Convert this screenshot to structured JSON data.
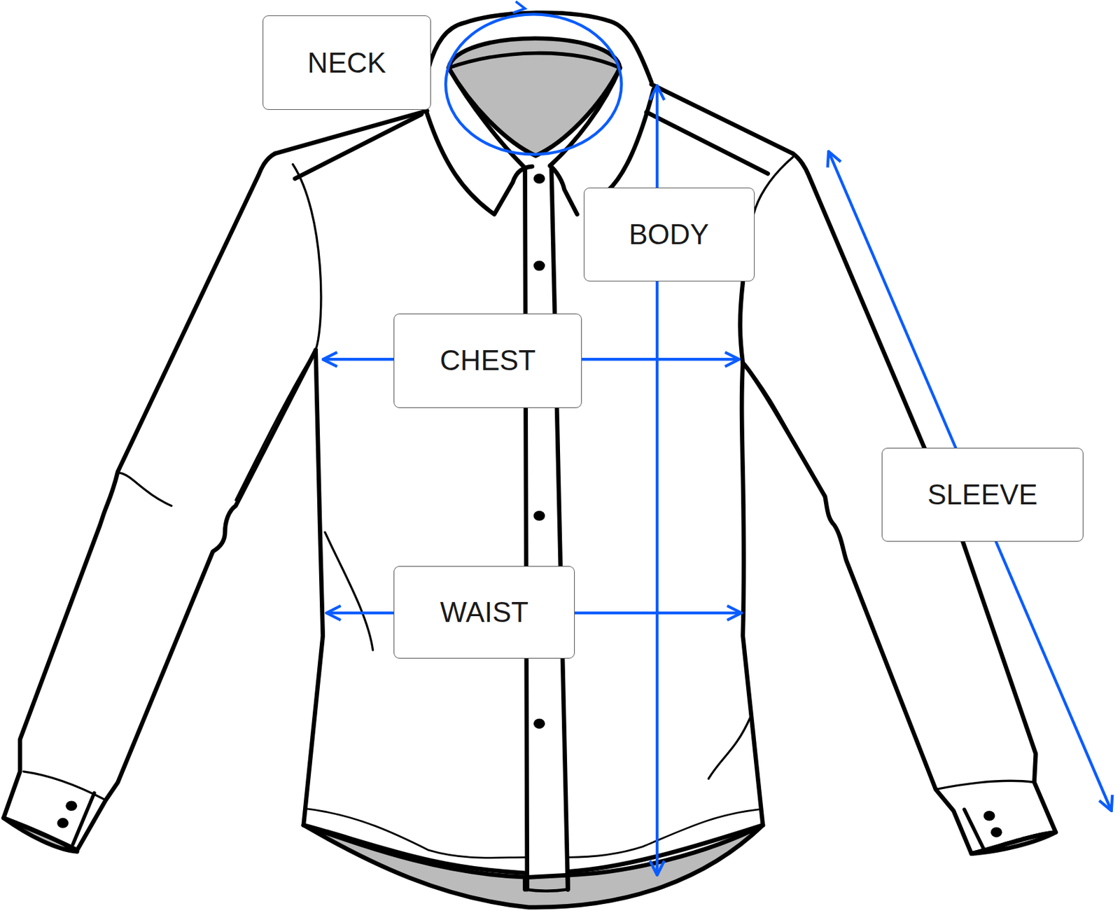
{
  "diagram": {
    "nodes": [
      {
        "text": [
          "NECK"
        ]
      },
      {
        "text": [
          "BODY"
        ]
      },
      {
        "text": [
          "CHEST"
        ]
      },
      {
        "text": [
          "SLEEVE"
        ]
      },
      {
        "text": [
          "WAIST"
        ]
      }
    ]
  }
}
